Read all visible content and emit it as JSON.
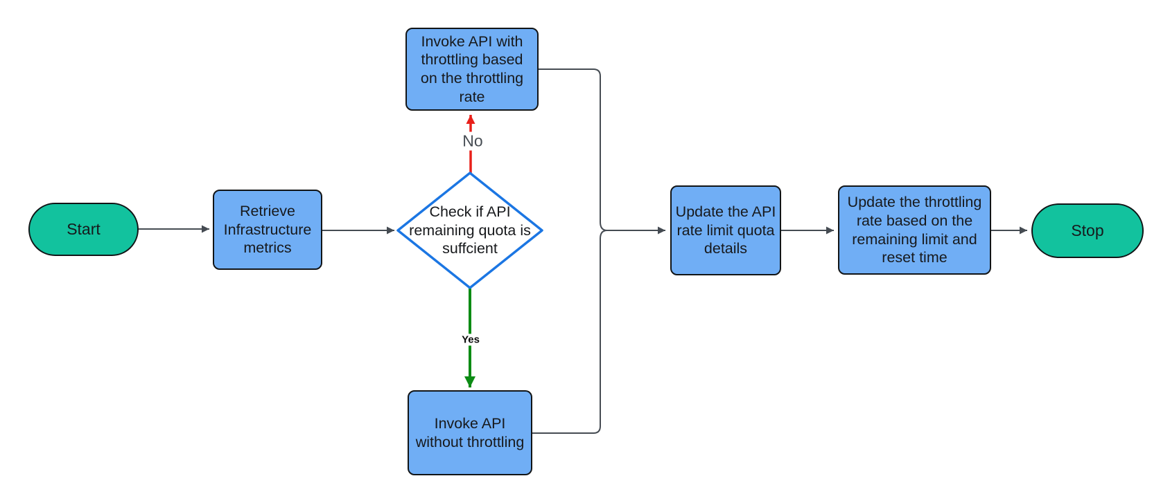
{
  "diagram": {
    "type": "flowchart",
    "nodes": {
      "start": {
        "shape": "stadium",
        "label": "Start"
      },
      "retrieve": {
        "shape": "process",
        "label": "Retrieve\nInfrastructure\nmetrics"
      },
      "decision": {
        "shape": "diamond",
        "label": "Check if API\nremaining quota is\nsuffcient"
      },
      "invoke_with": {
        "shape": "process",
        "label": "Invoke API with\nthrottling based\non the throttling\nrate"
      },
      "invoke_without": {
        "shape": "process",
        "label": "Invoke API\nwithout throttling"
      },
      "update_quota": {
        "shape": "process",
        "label": "Update the API\nrate limit quota\ndetails"
      },
      "update_throttle": {
        "shape": "process",
        "label": "Update the throttling\nrate based on the\nremaining limit and\nreset time"
      },
      "stop": {
        "shape": "stadium",
        "label": "Stop"
      }
    },
    "edges": {
      "start_to_retrieve": {
        "from": "start",
        "to": "retrieve",
        "label": ""
      },
      "retrieve_to_decision": {
        "from": "retrieve",
        "to": "decision",
        "label": ""
      },
      "decision_no": {
        "from": "decision",
        "to": "invoke_with",
        "label": "No",
        "color": "#e8201a"
      },
      "decision_yes": {
        "from": "decision",
        "to": "invoke_without",
        "label": "Yes",
        "color": "#0c8b14"
      },
      "invoke_with_to_update": {
        "from": "invoke_with",
        "to": "update_quota",
        "label": ""
      },
      "invoke_without_to_update": {
        "from": "invoke_without",
        "to": "update_quota",
        "label": ""
      },
      "update_to_throttle": {
        "from": "update_quota",
        "to": "update_throttle",
        "label": ""
      },
      "throttle_to_stop": {
        "from": "update_throttle",
        "to": "stop",
        "label": ""
      }
    },
    "colors": {
      "terminal_fill": "#12c29e",
      "process_fill": "#70aef5",
      "node_border": "#111416",
      "decision_stroke": "#1b76e3",
      "decision_fill": "#ffffff",
      "connector": "#454b52",
      "no_edge": "#e8201a",
      "yes_edge": "#0c8b14",
      "text": "#17191c",
      "no_label": "#474d54",
      "yes_label": "#0b0b0b",
      "canvas": "#ffffff"
    }
  }
}
